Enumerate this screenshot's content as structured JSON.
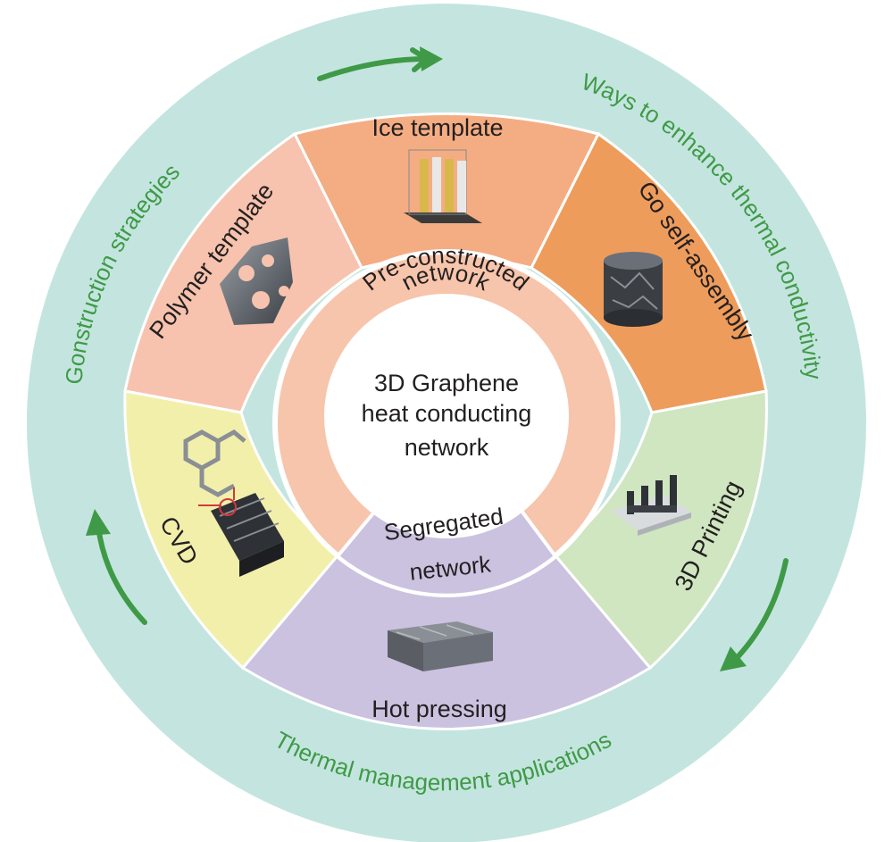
{
  "center": {
    "lines": [
      "3D Graphene",
      "heat conducting",
      "network"
    ]
  },
  "outer_ring": {
    "top_right": "Ways to enhance thermal conductivity",
    "left": "Gonstruction strategies",
    "bottom": "Thermal management applications"
  },
  "inner_ring": {
    "top": "Pre-constructed",
    "top_2": "network",
    "bottom_1": "Segregated",
    "bottom_2": "network"
  },
  "segments": {
    "ice_template": "Ice template",
    "go_self_assembly": "Go self-assembly",
    "polymer_template": "Polymer template",
    "cvd": "CVD",
    "printing_3d": "3D Printing",
    "hot_pressing": "Hot pressing"
  },
  "colors": {
    "outer_ring": "#c4e5df",
    "ring_text": "#3f9a47",
    "arrow": "#3f9a47",
    "ice_template": "#f4ad83",
    "go_self_assembly": "#ee9c5c",
    "polymer_template": "#f7c3ae",
    "cvd": "#f2efab",
    "printing_3d": "#cfe6c0",
    "hot_pressing": "#cbc2e0",
    "inner_ring": "#f7c5ab",
    "segregated": "#cbc2e0"
  }
}
